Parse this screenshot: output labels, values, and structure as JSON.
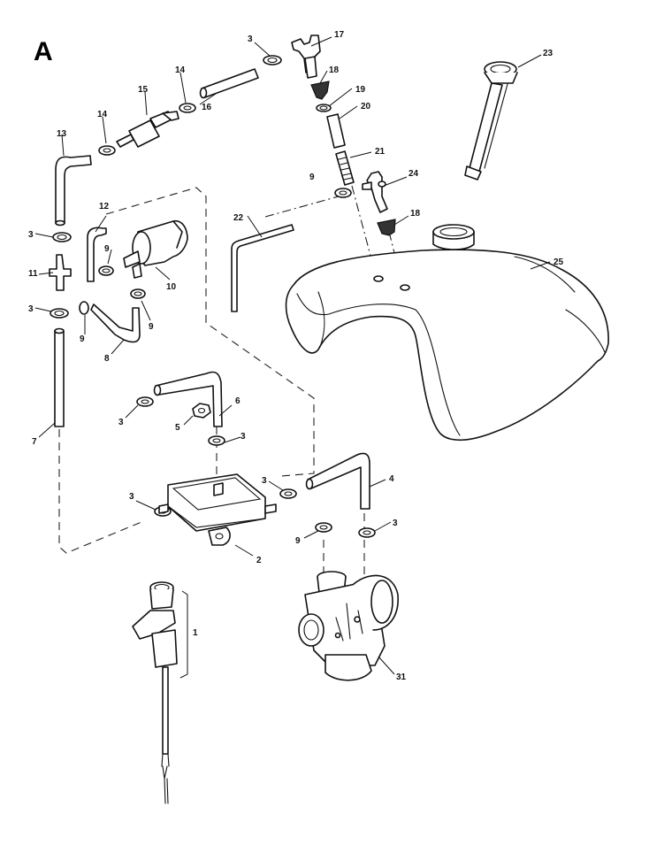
{
  "figure": {
    "letter": "A",
    "callouts": [
      "1",
      "2",
      "3",
      "4",
      "5",
      "6",
      "7",
      "8",
      "9",
      "10",
      "11",
      "12",
      "13",
      "14",
      "15",
      "16",
      "17",
      "18",
      "19",
      "20",
      "21",
      "22",
      "23",
      "24",
      "25",
      "31"
    ]
  }
}
